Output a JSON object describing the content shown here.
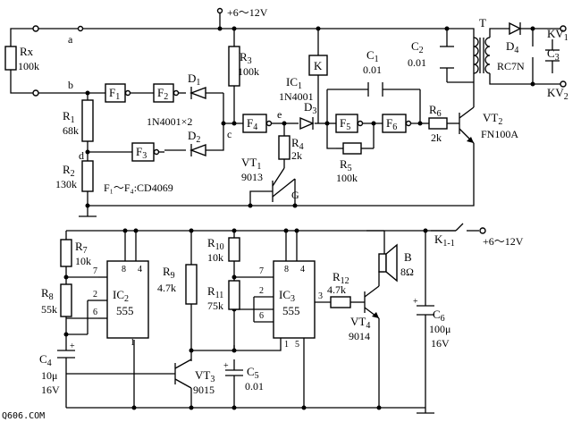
{
  "supply": {
    "top": "+6～12V",
    "bottom": "+6～12V"
  },
  "terminals": {
    "a": "a",
    "b": "b",
    "c": "c",
    "d": "d",
    "e": "e",
    "g": "G"
  },
  "resistors": {
    "rx": {
      "ref": "Rx",
      "val": "100k"
    },
    "r1": {
      "ref": "R",
      "sub": "1",
      "val": "68k"
    },
    "r2": {
      "ref": "R",
      "sub": "2",
      "val": "130k"
    },
    "r3": {
      "ref": "R",
      "sub": "3",
      "val": "100k"
    },
    "r4": {
      "ref": "R",
      "sub": "4",
      "val": "2k"
    },
    "r5": {
      "ref": "R",
      "sub": "5",
      "val": "100k"
    },
    "r6": {
      "ref": "R",
      "sub": "6",
      "val": "2k"
    },
    "r7": {
      "ref": "R",
      "sub": "7",
      "val": "10k"
    },
    "r8": {
      "ref": "R",
      "sub": "8",
      "val": "55k"
    },
    "r9": {
      "ref": "R",
      "sub": "9",
      "val": "4.7k"
    },
    "r10": {
      "ref": "R",
      "sub": "10",
      "val": "10k"
    },
    "r11": {
      "ref": "R",
      "sub": "11",
      "val": "75k"
    },
    "r12": {
      "ref": "R",
      "sub": "12",
      "val": "4.7k"
    }
  },
  "capacitors": {
    "c1": {
      "ref": "C",
      "sub": "1",
      "val": "0.01"
    },
    "c2": {
      "ref": "C",
      "sub": "2",
      "val": "0.01"
    },
    "c3": {
      "ref": "C",
      "sub": "3"
    },
    "c4": {
      "ref": "C",
      "sub": "4",
      "val": "10μ",
      "volt": "16V"
    },
    "c5": {
      "ref": "C",
      "sub": "5",
      "val": "0.01"
    },
    "c6": {
      "ref": "C",
      "sub": "6",
      "val": "100μ",
      "volt": "16V"
    }
  },
  "gates": {
    "f1": "F",
    "f2": "F",
    "f3": "F",
    "f4": "F",
    "f5": "F",
    "f6": "F"
  },
  "gate_subs": {
    "f1": "1",
    "f2": "2",
    "f3": "3",
    "f4": "4",
    "f5": "5",
    "f6": "6"
  },
  "gate_note": "F₁～F₄:CD4069",
  "diodes": {
    "d1": {
      "ref": "D",
      "sub": "1"
    },
    "d2": {
      "ref": "D",
      "sub": "2"
    },
    "d3": {
      "ref": "D",
      "sub": "3"
    },
    "d4": {
      "ref": "D",
      "sub": "4"
    },
    "pair_note": "1N4001×2",
    "ic1_note": "1N4001"
  },
  "ic1": {
    "ref": "IC",
    "sub": "1"
  },
  "relay": {
    "label": "K",
    "contact": "K",
    "contact_sub": "1-1"
  },
  "transformer": {
    "label": "T"
  },
  "rc7n": "RC7N",
  "outputs": {
    "kv1": "KV",
    "kv1_sub": "1",
    "kv2": "KV",
    "kv2_sub": "2"
  },
  "transistors": {
    "vt1": {
      "ref": "VT",
      "sub": "1",
      "part": "9013"
    },
    "vt2": {
      "ref": "VT",
      "sub": "2",
      "part": "FN100A"
    },
    "vt3": {
      "ref": "VT",
      "sub": "3",
      "part": "9015"
    },
    "vt4": {
      "ref": "VT",
      "sub": "4",
      "part": "9014"
    }
  },
  "ic2": {
    "ref": "IC",
    "sub": "2",
    "part": "555",
    "pins": [
      "8",
      "4",
      "7",
      "2",
      "6",
      "1"
    ]
  },
  "ic3": {
    "ref": "IC",
    "sub": "3",
    "part": "555",
    "pins": [
      "8",
      "4",
      "7",
      "2",
      "6",
      "1",
      "5",
      "3"
    ]
  },
  "speaker": {
    "ref": "B",
    "val": "8Ω"
  },
  "watermark": "Q606.COM"
}
